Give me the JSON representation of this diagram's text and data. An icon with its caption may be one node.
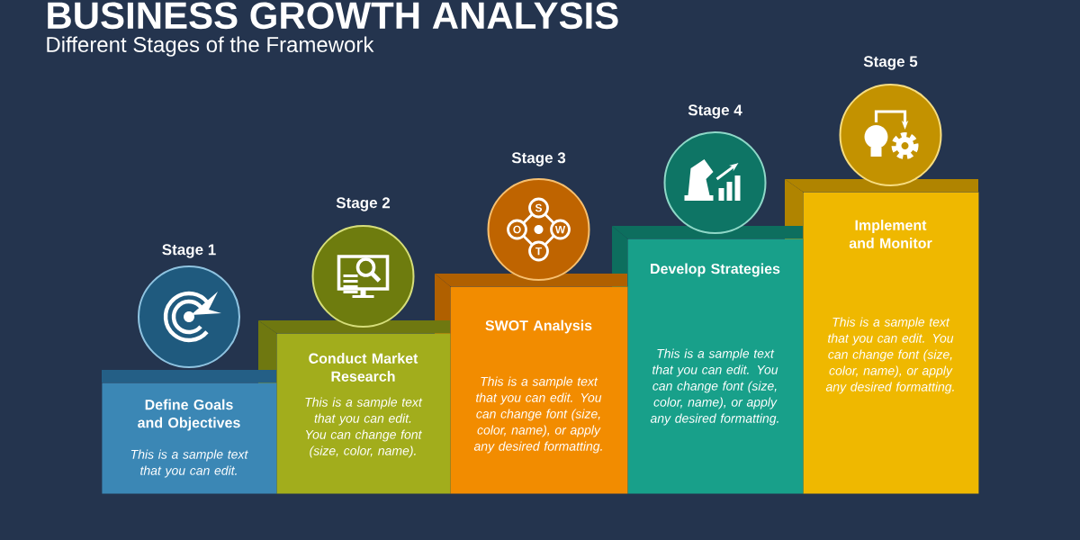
{
  "diagram": {
    "title": "BUSINESS GROWTH ANALYSIS",
    "caption": "Different Stages of the Framework",
    "nodes": [
      {
        "text": [
          "Define Goals and Objectives",
          "This is a sample text that you can edit."
        ]
      },
      {
        "text": [
          "Conduct Market Research",
          "This is a sample text that you can edit. You can change font (size, color, name)."
        ]
      },
      {
        "text": [
          "SWOT Analysis",
          "This is a sample text that you can edit. You can change font (size, color, name), or apply any desired formatting."
        ]
      },
      {
        "text": [
          "Develop Strategies",
          "This is a sample text that you can edit. You can change font (size, color, name), or apply any desired formatting."
        ]
      },
      {
        "text": [
          "Implement and Monitor",
          "This is a sample text that you can edit. You can change font (size, color, name), or apply any desired formatting."
        ]
      }
    ],
    "labels": [
      "Stage 1",
      "Stage 2",
      "Stage 3",
      "Stage 4",
      "Stage 5",
      "S",
      "O",
      "W",
      "T"
    ]
  }
}
